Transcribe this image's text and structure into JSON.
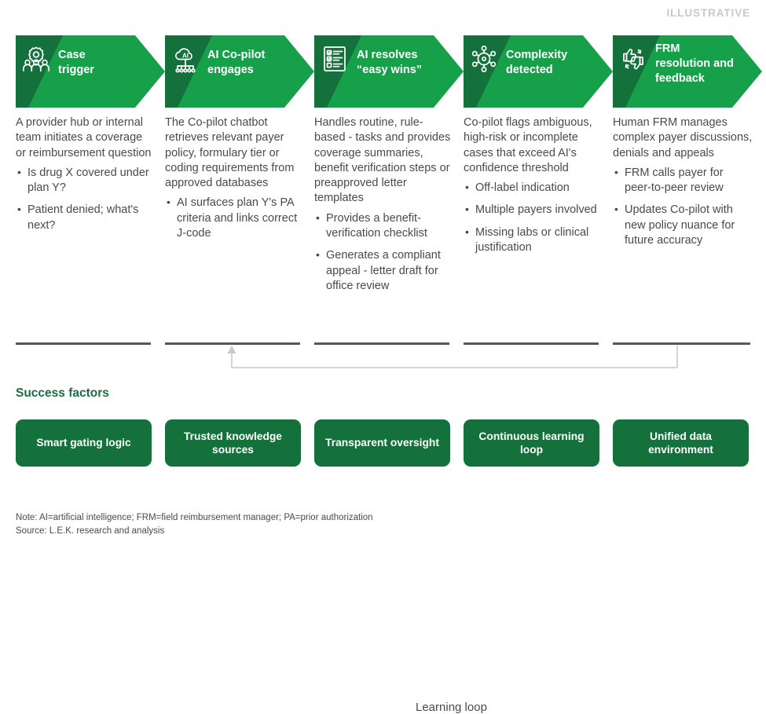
{
  "header": {
    "illustrative_tag": "ILLUSTRATIVE"
  },
  "colors": {
    "arrow_dark": "#14713c",
    "arrow_light": "#17a04a",
    "box_green": "#14713c",
    "heading_green": "#1d6b42",
    "divider": "#58585b",
    "loop_line": "#c9c9c9",
    "body_text": "#4a4a4a",
    "illustrative": "#c9c9c9"
  },
  "columns": [
    {
      "icon": "gear-people-icon",
      "title": "Case\ntrigger",
      "title_line1": "Case",
      "title_line2": "trigger",
      "lead": "A provider hub or internal team initiates a coverage or reimbursement question",
      "bullets": [
        "Is drug X covered under plan Y?",
        "Patient denied; what's next?"
      ]
    },
    {
      "icon": "ai-cloud-icon",
      "title": "AI Co-pilot\nengages",
      "title_line1": "AI Co-pilot",
      "title_line2": "engages",
      "lead": "The Co-pilot chatbot retrieves relevant payer policy, formulary tier or coding requirements from approved databases",
      "bullets": [
        "AI surfaces plan Y's PA criteria and links correct J-code"
      ]
    },
    {
      "icon": "checklist-icon",
      "title": "AI resolves\n“easy wins”",
      "title_line1": "AI resolves",
      "title_line2": "“easy wins”",
      "lead": "Handles routine, rule-based - tasks and provides coverage summaries, benefit verification steps or preapproved letter templates",
      "bullets": [
        "Provides a benefit-verification checklist",
        "Generates a compliant appeal - letter draft for office review"
      ]
    },
    {
      "icon": "network-nodes-icon",
      "title": "Complexity\ndetected",
      "title_line1": "Complexity",
      "title_line2": "detected",
      "lead": "Co-pilot flags ambiguous, high-risk or incomplete cases that exceed AI's confidence threshold",
      "bullets": [
        "Off-label indication",
        "Multiple payers involved",
        "Missing labs or clinical justification"
      ]
    },
    {
      "icon": "thumbs-feedback-icon",
      "title": "FRM\nresolution and\nfeedback",
      "title_line1": "FRM",
      "title_line2": "resolution and",
      "title_line3": "feedback",
      "lead": "Human FRM manages complex payer discussions, denials and appeals",
      "bullets": [
        "FRM calls payer for peer-to-peer review",
        "Updates Co-pilot with new policy nuance for future accuracy"
      ]
    }
  ],
  "loop": {
    "label": "Learning loop"
  },
  "success_factors": {
    "heading": "Success factors",
    "items": [
      "Smart gating logic",
      "Trusted knowledge sources",
      "Transparent oversight",
      "Continuous learning loop",
      "Unified data environment"
    ]
  },
  "footer": {
    "note": "Note: AI=artificial intelligence; FRM=field reimbursement manager; PA=prior authorization",
    "source": "Source: L.E.K. research and analysis"
  }
}
